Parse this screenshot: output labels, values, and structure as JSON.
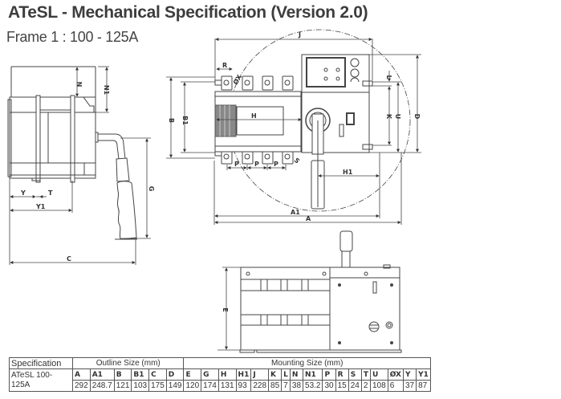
{
  "header": {
    "title": "ATeSL - Mechanical Specification (Version 2.0)",
    "subtitle": "Frame 1 : 100 - 125A"
  },
  "drawing": {
    "side_view_labels": {
      "n": "N",
      "n1": "N1",
      "y": "Y",
      "t": "T",
      "y1": "Y1",
      "c": "C",
      "g": "G"
    },
    "front_view_labels": {
      "j": "J",
      "r": "R",
      "x": "ØX",
      "b": "B",
      "b1": "B1",
      "h": "H",
      "h1": "H1",
      "p": "P",
      "s": "S",
      "a": "A",
      "a1": "A1",
      "l": "L",
      "k": "K",
      "u": "U",
      "d": "D"
    },
    "bottom_view_labels": {
      "e": "E"
    }
  },
  "table": {
    "spec_header": "Specification",
    "outline_header": "Outline Size (mm)",
    "mounting_header": "Mounting Size (mm)",
    "model": "ATeSL 100- 125A",
    "columns": [
      "A",
      "A1",
      "B",
      "B1",
      "C",
      "D",
      "E",
      "G",
      "H",
      "H1",
      "J",
      "K",
      "L",
      "N",
      "N1",
      "P",
      "R",
      "S",
      "T",
      "U",
      "ØX",
      "Y",
      "Y1"
    ],
    "values": [
      "292",
      "248.7",
      "121",
      "103",
      "175",
      "149",
      "120",
      "174",
      "131",
      "93",
      "228",
      "85",
      "7",
      "38",
      "53.2",
      "30",
      "15",
      "24",
      "2",
      "108",
      "6",
      "37",
      "87"
    ]
  }
}
